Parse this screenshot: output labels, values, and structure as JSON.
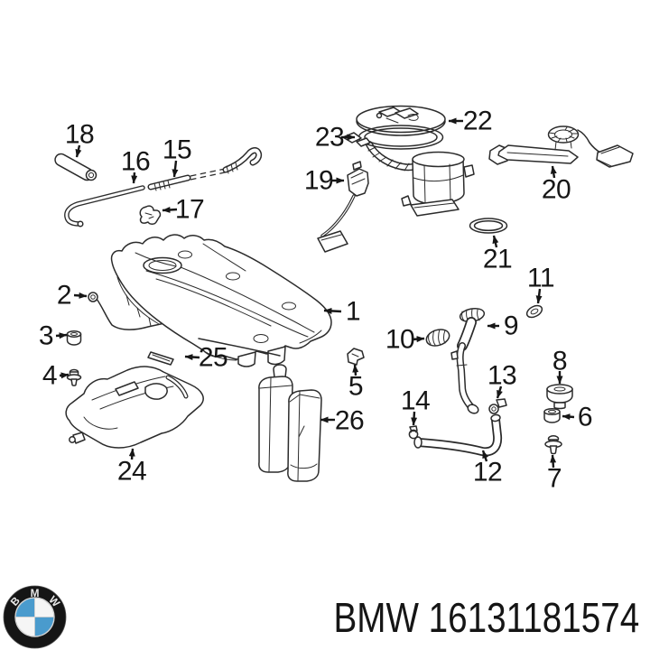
{
  "diagram": {
    "type": "exploded-parts-diagram",
    "ink": "#2b2b2b",
    "callouts": [
      {
        "number": "1",
        "part": "fuel-tank"
      },
      {
        "number": "2",
        "part": "vent-line"
      },
      {
        "number": "3",
        "part": "grommet"
      },
      {
        "number": "4",
        "part": "screw"
      },
      {
        "number": "5",
        "part": "clip"
      },
      {
        "number": "6",
        "part": "grommet"
      },
      {
        "number": "7",
        "part": "screw"
      },
      {
        "number": "8",
        "part": "rubber-mount"
      },
      {
        "number": "9",
        "part": "vent-pipe"
      },
      {
        "number": "10",
        "part": "cap"
      },
      {
        "number": "11",
        "part": "grommet"
      },
      {
        "number": "12",
        "part": "hose"
      },
      {
        "number": "13",
        "part": "clip"
      },
      {
        "number": "14",
        "part": "clip"
      },
      {
        "number": "15",
        "part": "hose-section"
      },
      {
        "number": "16",
        "part": "pipe"
      },
      {
        "number": "17",
        "part": "clip"
      },
      {
        "number": "18",
        "part": "hose"
      },
      {
        "number": "19",
        "part": "fuel-level-sensor"
      },
      {
        "number": "20",
        "part": "fuel-level-sender"
      },
      {
        "number": "21",
        "part": "o-ring"
      },
      {
        "number": "22",
        "part": "fuel-pump-assembly"
      },
      {
        "number": "23",
        "part": "locking-ring"
      },
      {
        "number": "24",
        "part": "heat-shield"
      },
      {
        "number": "25",
        "part": "strip"
      },
      {
        "number": "26",
        "part": "charcoal-canister"
      }
    ]
  },
  "footer": {
    "brand": "BMW",
    "part_number": "16131181574",
    "logo": {
      "name": "bmw-roundel",
      "letters": [
        "B",
        "M",
        "W"
      ],
      "ring_color": "#151515",
      "blue": "#4a9bcd",
      "white": "#f5f5f5"
    }
  }
}
